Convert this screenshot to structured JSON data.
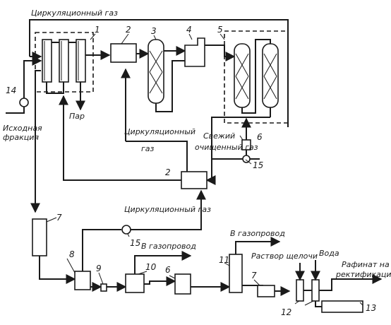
{
  "labels": {
    "circ_gas_top": "Циркуляционный газ",
    "feed_line1": "Исходная",
    "feed_line2": "фракция",
    "steam": "Пар",
    "circ_gas_mid1": "Циркуляционный",
    "circ_gas_mid2": "газ",
    "fresh_gas1": "Свежий",
    "fresh_gas2": "очищенный газ",
    "circ_gas_low": "Циркуляционный газ",
    "to_pipeline1": "В газопровод",
    "to_pipeline2": "В газопровод",
    "alkali": "Раствор щелочи",
    "water": "Вода",
    "raffinate1": "Рафинат на",
    "raffinate2": "ректификацию"
  },
  "numbers": {
    "n1": "1",
    "n2a": "2",
    "n3": "3",
    "n4": "4",
    "n5": "5",
    "n6a": "6",
    "n14": "14",
    "n15a": "15",
    "n2b": "2",
    "n7a": "7",
    "n15b": "15",
    "n8": "8",
    "n9": "9",
    "n10": "10",
    "n6b": "6",
    "n11": "11",
    "n7b": "7",
    "n12": "12",
    "n13": "13"
  }
}
